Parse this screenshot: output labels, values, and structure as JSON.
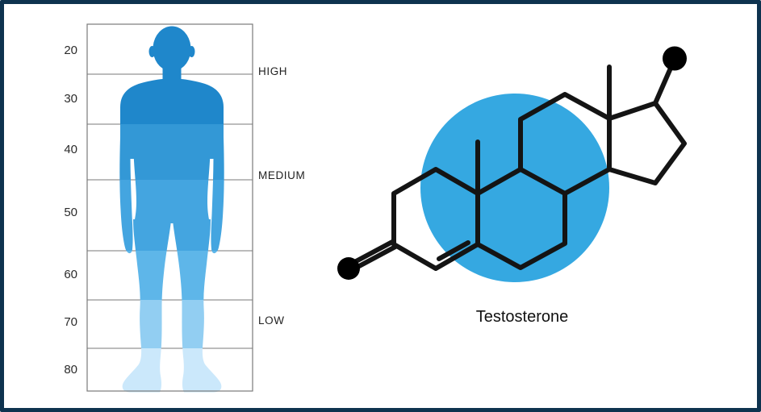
{
  "frame": {
    "border_color": "#0e334f",
    "background": "#ffffff"
  },
  "age_chart": {
    "tick_labels": [
      "20",
      "30",
      "40",
      "50",
      "60",
      "70",
      "80"
    ],
    "level_labels": [
      "HIGH",
      "MEDIUM",
      "LOW"
    ],
    "band_colors": [
      "#1f87cb",
      "#3398d6",
      "#44a5e0",
      "#5eb6e9",
      "#92cef2",
      "#cbe8fb"
    ],
    "axis_color": "#7a7a7a",
    "label_color": "#2b2b2b"
  },
  "molecule": {
    "name": "Testosterone",
    "highlight_color": "#35a8e1",
    "bond_color": "#141414",
    "atom_dot_color": "#000000"
  },
  "chart_data": {
    "type": "diagram",
    "title": "Testosterone level by age (body silhouette) with Testosterone molecule structure",
    "age_ticks": [
      "20",
      "30",
      "40",
      "50",
      "60",
      "70",
      "80"
    ],
    "level_zones": [
      "HIGH",
      "MEDIUM",
      "LOW"
    ],
    "decade_levels": [
      {
        "age": "20s",
        "level": "HIGH"
      },
      {
        "age": "30s",
        "level": "HIGH"
      },
      {
        "age": "40s",
        "level": "MEDIUM"
      },
      {
        "age": "50s",
        "level": "MEDIUM"
      },
      {
        "age": "60s",
        "level": "LOW"
      },
      {
        "age": "70s",
        "level": "LOW"
      },
      {
        "age": "80s",
        "level": "LOW"
      }
    ],
    "legend_position": "right",
    "grid": true
  }
}
